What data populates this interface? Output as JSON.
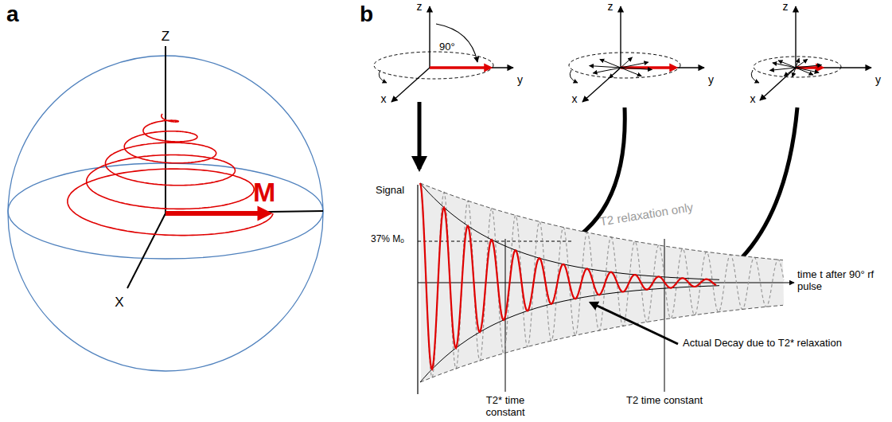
{
  "diagram": {
    "labels": [
      "a",
      "b",
      "Z",
      "X",
      "M",
      "z",
      "y",
      "x",
      "90°",
      "z",
      "y",
      "x",
      "z",
      "y",
      "x",
      "Signal",
      "37% Mₒ",
      "T2 relaxation only",
      "time t after 90° rf pulse",
      "Actual Decay due to T2* relaxation",
      "T2* time constant",
      "T2 time constant"
    ]
  }
}
